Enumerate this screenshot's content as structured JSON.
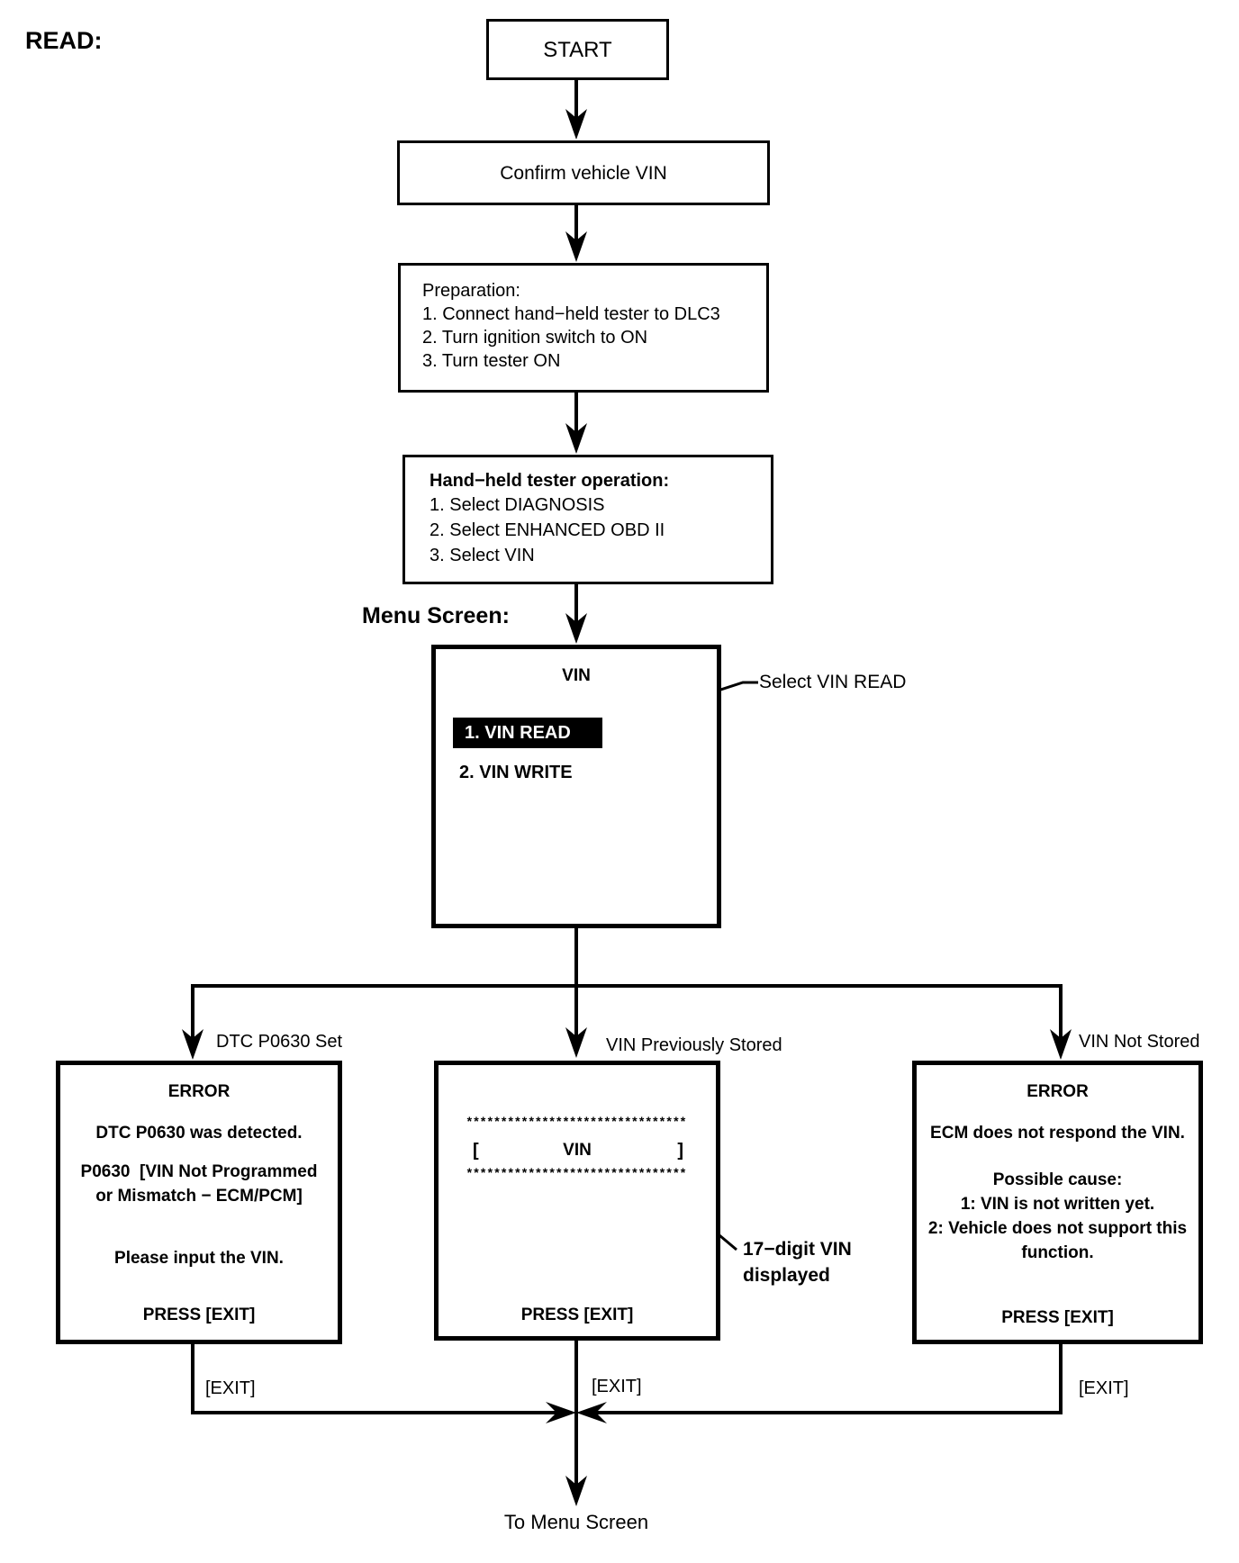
{
  "page": {
    "read_label": "READ:",
    "menu_screen_label": "Menu Screen:",
    "to_menu_screen": "To Menu Screen"
  },
  "flow": {
    "start": "START",
    "confirm": "Confirm vehicle VIN",
    "preparation": {
      "title": "Preparation:",
      "steps": [
        "1. Connect hand−held tester to DLC3",
        "2. Turn ignition switch to ON",
        "3. Turn tester ON"
      ]
    },
    "tester": {
      "title": "Hand−held tester operation:",
      "steps": [
        "1. Select DIAGNOSIS",
        "2. Select ENHANCED OBD II",
        "3. Select VIN"
      ]
    }
  },
  "menu_box": {
    "title": "VIN",
    "item1": "1. VIN READ",
    "item2": "2. VIN WRITE",
    "annotation": "Select VIN READ"
  },
  "branches": {
    "left": {
      "label": "DTC P0630 Set",
      "title": "ERROR",
      "line1": "DTC P0630 was detected.",
      "line2": "P0630  [VIN Not Programmed",
      "line3": "or Mismatch − ECM/PCM]",
      "line4": "Please input the VIN.",
      "press": "PRESS [EXIT]",
      "exit": "[EXIT]"
    },
    "middle": {
      "label": "VIN Previously Stored",
      "stars": "********************************",
      "vin_open": "[",
      "vin": "VIN",
      "vin_close": "]",
      "press": "PRESS [EXIT]",
      "exit": "[EXIT]",
      "annotation_line1": "17−digit VIN",
      "annotation_line2": "displayed"
    },
    "right": {
      "label": "VIN Not Stored",
      "title": "ERROR",
      "line1": "ECM does not respond the VIN.",
      "line2": "Possible cause:",
      "line3": "1: VIN is not written yet.",
      "line4": "2: Vehicle does not support this",
      "line5": "function.",
      "press": "PRESS [EXIT]",
      "exit": "[EXIT]"
    }
  }
}
